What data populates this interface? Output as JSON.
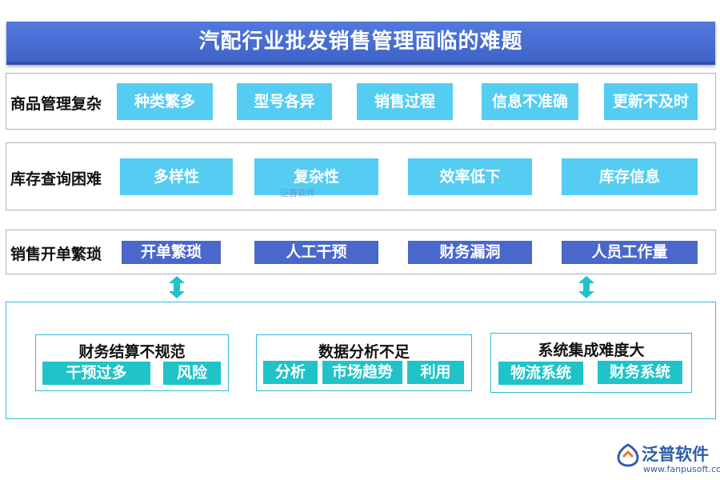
{
  "title": "汽配行业批发销售管理面临的难题",
  "row1": {
    "label": "商品管理复杂",
    "tags": [
      "种类繁多",
      "型号各异",
      "销售过程",
      "信息不准确",
      "更新不及时"
    ]
  },
  "row2": {
    "label": "库存查询困难",
    "tags": [
      "多样性",
      "复杂性",
      "效率低下",
      "库存信息"
    ]
  },
  "row3": {
    "label": "销售开单繁琐",
    "tags": [
      "开单繁琐",
      "人工干预",
      "财务漏洞",
      "人员工作量"
    ]
  },
  "group_finance": {
    "title": "财务结算不规范",
    "tags": [
      "干预过多",
      "风险"
    ]
  },
  "group_data": {
    "title": "数据分析不足",
    "tags": [
      "分析",
      "市场趋势",
      "利用"
    ]
  },
  "group_system": {
    "title": "系统集成难度大",
    "tags": [
      "物流系统",
      "财务系统"
    ]
  },
  "watermark": "泛普软件",
  "logo": {
    "name": "泛普软件",
    "url": "www.fanpusoft.com"
  },
  "colors": {
    "title_bg": "#4a6fd6",
    "tag_sky": "#55cdf3",
    "tag_blue": "#4a68cb",
    "tag_teal": "#1fc3c8",
    "border_cyan": "#33b9d9"
  }
}
